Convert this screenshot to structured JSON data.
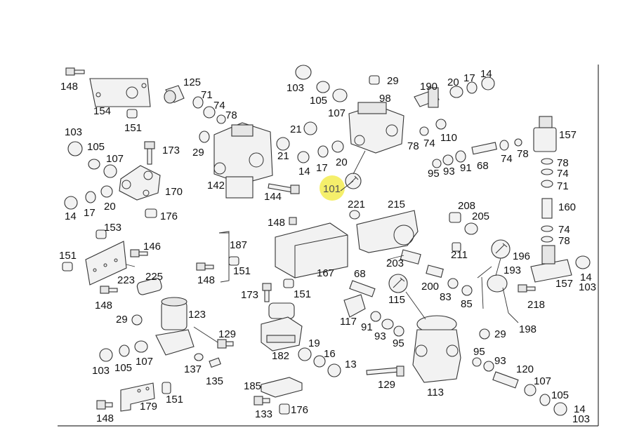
{
  "highlight": {
    "label": "101",
    "color": "#f1ea3a"
  },
  "callouts": [
    {
      "id": "c148a",
      "text": "148"
    },
    {
      "id": "c154",
      "text": "154"
    },
    {
      "id": "c151a",
      "text": "151"
    },
    {
      "id": "c125",
      "text": "125"
    },
    {
      "id": "c71a",
      "text": "71"
    },
    {
      "id": "c74a",
      "text": "74"
    },
    {
      "id": "c78a",
      "text": "78"
    },
    {
      "id": "c103a",
      "text": "103"
    },
    {
      "id": "c105a",
      "text": "105"
    },
    {
      "id": "c107a",
      "text": "107"
    },
    {
      "id": "c173a",
      "text": "173"
    },
    {
      "id": "c29a",
      "text": "29"
    },
    {
      "id": "c142",
      "text": "142"
    },
    {
      "id": "c21a",
      "text": "21"
    },
    {
      "id": "c21b",
      "text": "21"
    },
    {
      "id": "c170",
      "text": "170"
    },
    {
      "id": "c14a",
      "text": "14"
    },
    {
      "id": "c17a",
      "text": "17"
    },
    {
      "id": "c20a",
      "text": "20"
    },
    {
      "id": "c176a",
      "text": "176"
    },
    {
      "id": "c144",
      "text": "144"
    },
    {
      "id": "c103b",
      "text": "103"
    },
    {
      "id": "c105b",
      "text": "105"
    },
    {
      "id": "c107b",
      "text": "107"
    },
    {
      "id": "c29b",
      "text": "29"
    },
    {
      "id": "c98",
      "text": "98"
    },
    {
      "id": "c190",
      "text": "190"
    },
    {
      "id": "c20b",
      "text": "20"
    },
    {
      "id": "c17b",
      "text": "17"
    },
    {
      "id": "c14b",
      "text": "14"
    },
    {
      "id": "c78b",
      "text": "78"
    },
    {
      "id": "c74b",
      "text": "74"
    },
    {
      "id": "c110",
      "text": "110"
    },
    {
      "id": "c157a",
      "text": "157"
    },
    {
      "id": "c14c",
      "text": "14"
    },
    {
      "id": "c17c",
      "text": "17"
    },
    {
      "id": "c20c",
      "text": "20"
    },
    {
      "id": "c101",
      "text": "101"
    },
    {
      "id": "c95a",
      "text": "95"
    },
    {
      "id": "c93a",
      "text": "93"
    },
    {
      "id": "c91a",
      "text": "91"
    },
    {
      "id": "c68a",
      "text": "68"
    },
    {
      "id": "c74c",
      "text": "74"
    },
    {
      "id": "c78c",
      "text": "78"
    },
    {
      "id": "c78d",
      "text": "78"
    },
    {
      "id": "c74d",
      "text": "74"
    },
    {
      "id": "c71b",
      "text": "71"
    },
    {
      "id": "c160",
      "text": "160"
    },
    {
      "id": "c74e",
      "text": "74"
    },
    {
      "id": "c78e",
      "text": "78"
    },
    {
      "id": "c153",
      "text": "153"
    },
    {
      "id": "c146",
      "text": "146"
    },
    {
      "id": "c151b",
      "text": "151"
    },
    {
      "id": "c223",
      "text": "223"
    },
    {
      "id": "c225",
      "text": "225"
    },
    {
      "id": "c148b",
      "text": "148"
    },
    {
      "id": "c187",
      "text": "187"
    },
    {
      "id": "c151c",
      "text": "151"
    },
    {
      "id": "c148c",
      "text": "148"
    },
    {
      "id": "c148d",
      "text": "148"
    },
    {
      "id": "c221",
      "text": "221"
    },
    {
      "id": "c215",
      "text": "215"
    },
    {
      "id": "c167",
      "text": "167"
    },
    {
      "id": "c208",
      "text": "208"
    },
    {
      "id": "c205",
      "text": "205"
    },
    {
      "id": "c211",
      "text": "211"
    },
    {
      "id": "c196",
      "text": "196"
    },
    {
      "id": "c193",
      "text": "193"
    },
    {
      "id": "c157b",
      "text": "157"
    },
    {
      "id": "c14d",
      "text": "14"
    },
    {
      "id": "c103c",
      "text": "103"
    },
    {
      "id": "c203",
      "text": "203"
    },
    {
      "id": "c68b",
      "text": "68"
    },
    {
      "id": "c200",
      "text": "200"
    },
    {
      "id": "c83",
      "text": "83"
    },
    {
      "id": "c85",
      "text": "85"
    },
    {
      "id": "c218",
      "text": "218"
    },
    {
      "id": "c173b",
      "text": "173"
    },
    {
      "id": "c151d",
      "text": "151"
    },
    {
      "id": "c115",
      "text": "115"
    },
    {
      "id": "c29c",
      "text": "29"
    },
    {
      "id": "c123",
      "text": "123"
    },
    {
      "id": "c117",
      "text": "117"
    },
    {
      "id": "c91b",
      "text": "91"
    },
    {
      "id": "c93b",
      "text": "93"
    },
    {
      "id": "c95b",
      "text": "95"
    },
    {
      "id": "c198",
      "text": "198"
    },
    {
      "id": "c29d",
      "text": "29"
    },
    {
      "id": "c129a",
      "text": "129"
    },
    {
      "id": "c182",
      "text": "182"
    },
    {
      "id": "c19",
      "text": "19"
    },
    {
      "id": "c16",
      "text": "16"
    },
    {
      "id": "c13",
      "text": "13"
    },
    {
      "id": "c95c",
      "text": "95"
    },
    {
      "id": "c93c",
      "text": "93"
    },
    {
      "id": "c120",
      "text": "120"
    },
    {
      "id": "c103d",
      "text": "103"
    },
    {
      "id": "c105c",
      "text": "105"
    },
    {
      "id": "c107c",
      "text": "107"
    },
    {
      "id": "c137",
      "text": "137"
    },
    {
      "id": "c135",
      "text": "135"
    },
    {
      "id": "c129b",
      "text": "129"
    },
    {
      "id": "c113",
      "text": "113"
    },
    {
      "id": "c107d",
      "text": "107"
    },
    {
      "id": "c105d",
      "text": "105"
    },
    {
      "id": "c185",
      "text": "185"
    },
    {
      "id": "c179",
      "text": "179"
    },
    {
      "id": "c151e",
      "text": "151"
    },
    {
      "id": "c148e",
      "text": "148"
    },
    {
      "id": "c133",
      "text": "133"
    },
    {
      "id": "c176b",
      "text": "176"
    },
    {
      "id": "c14e",
      "text": "14"
    },
    {
      "id": "c103e",
      "text": "103"
    }
  ]
}
